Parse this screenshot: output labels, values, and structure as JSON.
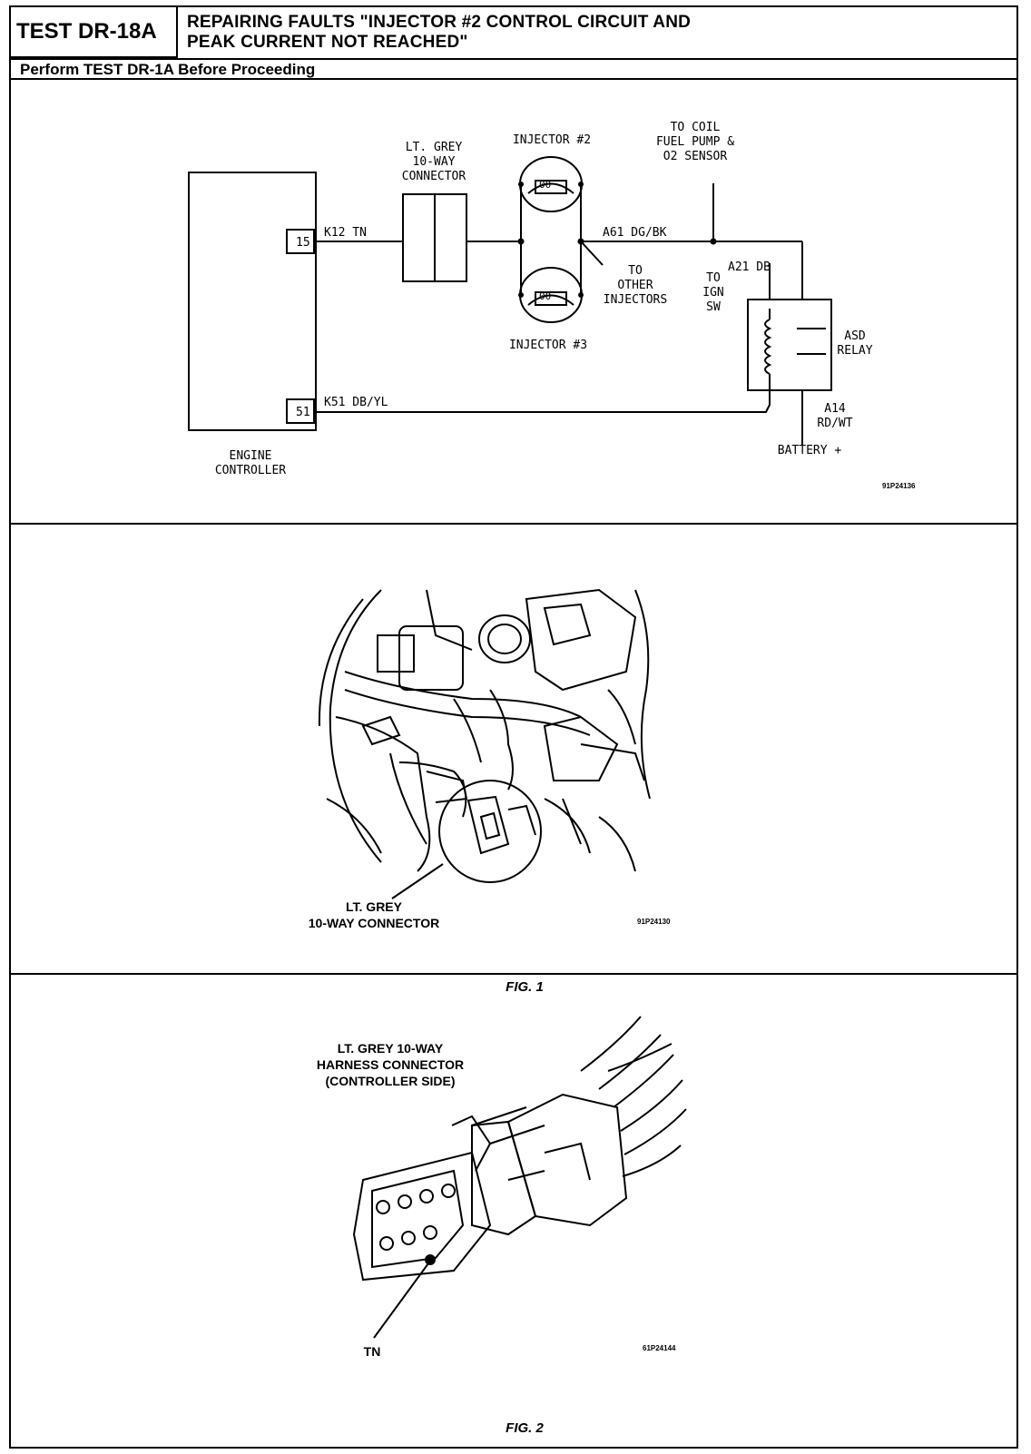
{
  "header": {
    "test_id": "TEST DR-18A",
    "title": "REPAIRING FAULTS \"INJECTOR #2 CONTROL CIRCUIT AND\nPEAK CURRENT NOT REACHED\"",
    "prerequisite": "Perform TEST DR-1A Before Proceeding"
  },
  "schematic": {
    "connector_label": [
      "LT. GREY",
      "10-WAY",
      "CONNECTOR"
    ],
    "injector2": "INJECTOR #2",
    "injector3": "INJECTOR #3",
    "to_coil": [
      "TO COIL",
      "FUEL PUMP &",
      "O2 SENSOR"
    ],
    "pin15": "15",
    "pin51": "51",
    "wire_k12": "K12 TN",
    "wire_a61": "A61 DG/BK",
    "wire_a21": "A21 DB",
    "wire_k51": "K51 DB/YL",
    "to_other": [
      "TO",
      "OTHER",
      "INJECTORS"
    ],
    "to_ign": [
      "TO",
      "IGN",
      "SW"
    ],
    "asd": [
      "ASD",
      "RELAY"
    ],
    "a14": [
      "A14",
      "RD/WT"
    ],
    "battery": "BATTERY +",
    "engine": [
      "ENGINE",
      "CONTROLLER"
    ],
    "code": "91P24136"
  },
  "figure1": {
    "callout": [
      "LT. GREY",
      "10-WAY CONNECTOR"
    ],
    "code": "91P24130",
    "caption": "FIG. 1"
  },
  "figure2": {
    "callout": [
      "LT. GREY 10-WAY",
      "HARNESS CONNECTOR",
      "(CONTROLLER SIDE)"
    ],
    "pin_label": "TN",
    "code": "61P24144",
    "caption": "FIG. 2"
  }
}
